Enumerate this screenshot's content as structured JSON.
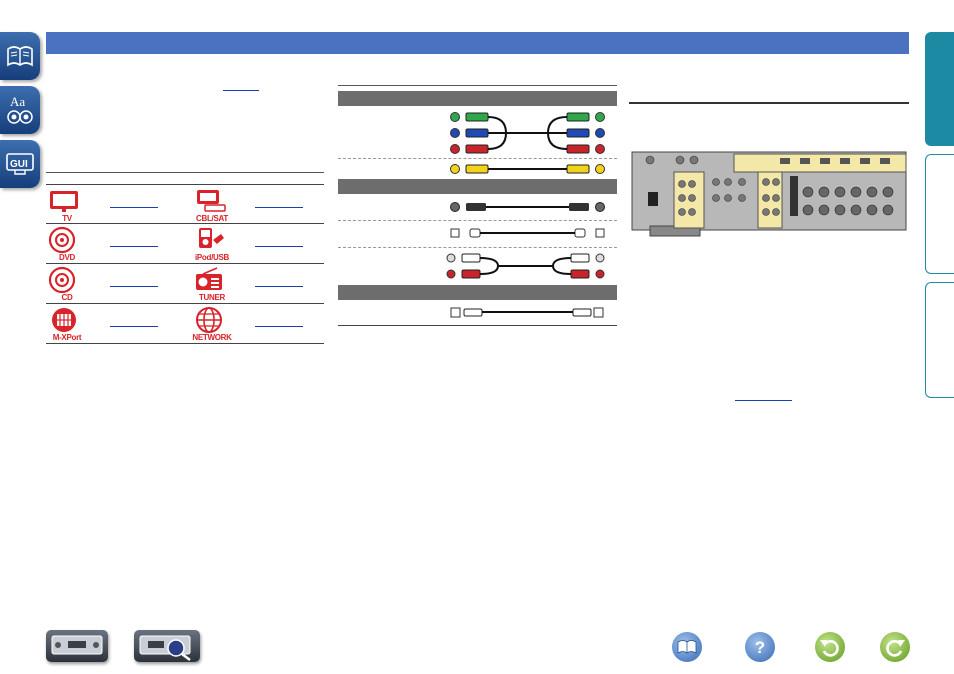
{
  "left_nav": [
    {
      "name": "book-icon"
    },
    {
      "name": "glossary-icon",
      "text": "Aa"
    },
    {
      "name": "gui-icon",
      "text": "GUI"
    }
  ],
  "sources": [
    {
      "label": "TV",
      "icon": "tv-icon"
    },
    {
      "label": "CBL/SAT",
      "icon": "cbl-sat-icon"
    },
    {
      "label": "DVD",
      "icon": "dvd-icon"
    },
    {
      "label": "iPod/USB",
      "icon": "ipod-usb-icon"
    },
    {
      "label": "CD",
      "icon": "cd-icon"
    },
    {
      "label": "TUNER",
      "icon": "tuner-icon"
    },
    {
      "label": "M-XPort",
      "icon": "mxport-icon"
    },
    {
      "label": "NETWORK",
      "icon": "network-icon"
    }
  ],
  "colors": {
    "nav_blue": "#234f93",
    "title_bar": "#4b72c0",
    "tab_teal": "#1b8aa2",
    "source_red": "#d8232a",
    "link_blue": "#1a3fb0",
    "component_green": "#2ea84a",
    "component_blue": "#1f49b4",
    "component_red": "#c9242a",
    "composite_yellow": "#f2d21a"
  },
  "bottom_buttons": [
    {
      "name": "book-button-icon",
      "glyph": "book"
    },
    {
      "name": "help-button-icon",
      "glyph": "?"
    },
    {
      "name": "back-button-icon",
      "glyph": "back"
    },
    {
      "name": "forward-button-icon",
      "glyph": "forward"
    }
  ]
}
